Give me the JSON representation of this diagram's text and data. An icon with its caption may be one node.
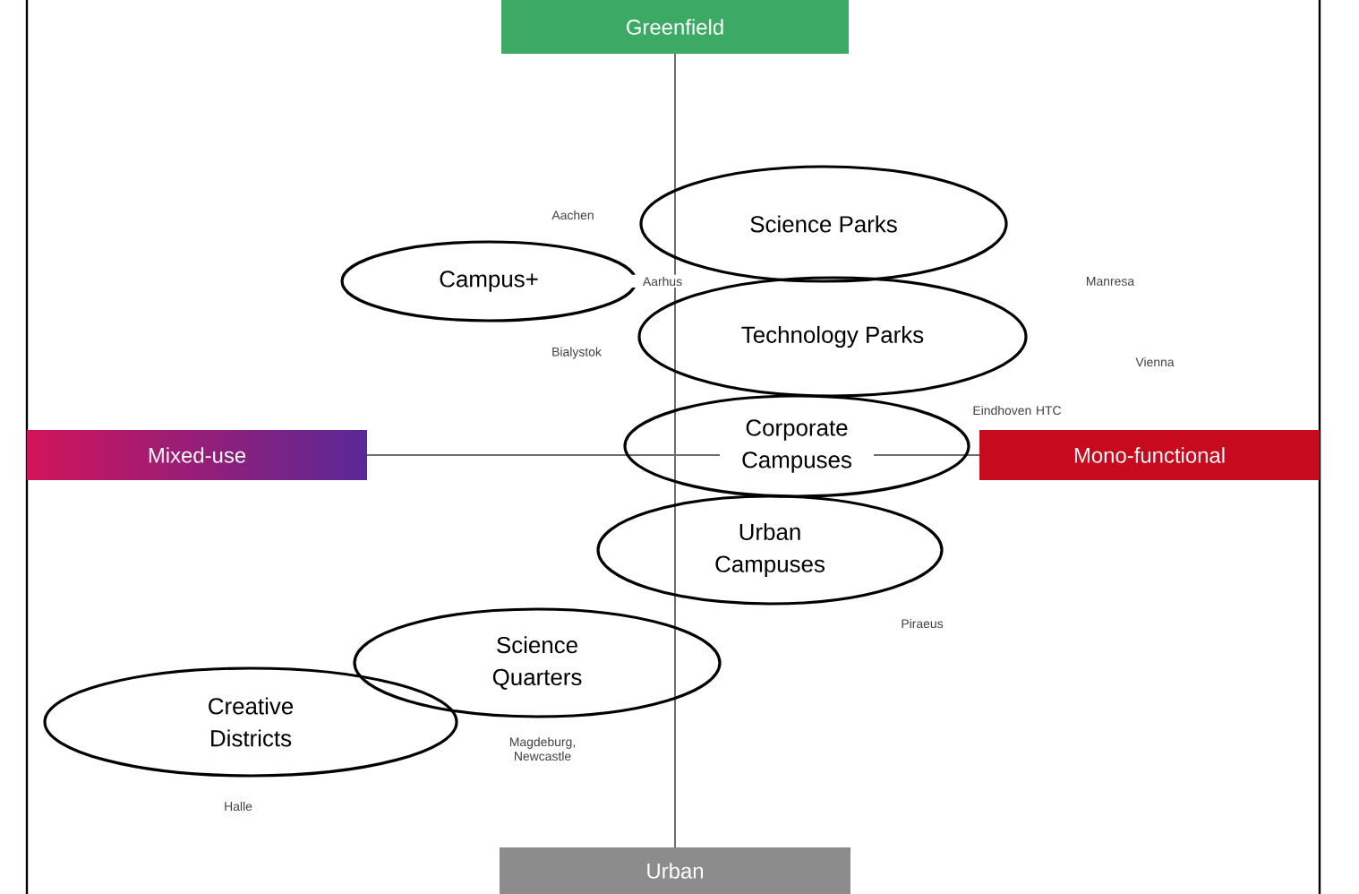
{
  "diagram": {
    "nodes": [
      {
        "text": [
          "Greenfield"
        ]
      },
      {
        "text": [
          "Mixed-use"
        ]
      },
      {
        "text": [
          "Mono-functional"
        ]
      },
      {
        "text": [
          "Urban"
        ]
      },
      {
        "text": [
          "Science Parks"
        ]
      },
      {
        "text": [
          "Campus+"
        ]
      },
      {
        "text": [
          "Technology Parks"
        ]
      },
      {
        "text": [
          "Corporate Campuses"
        ]
      },
      {
        "text": [
          "Urban Campuses"
        ]
      },
      {
        "text": [
          "Science Quarters"
        ]
      },
      {
        "text": [
          "Creative Districts"
        ]
      }
    ],
    "labels": [
      "Aachen",
      "Aarhus",
      "Manresa",
      "Bialystok",
      "Vienna",
      "Eindhoven HTC",
      "Piraeus",
      "Magdeburg, Newcastle",
      "Halle"
    ]
  }
}
